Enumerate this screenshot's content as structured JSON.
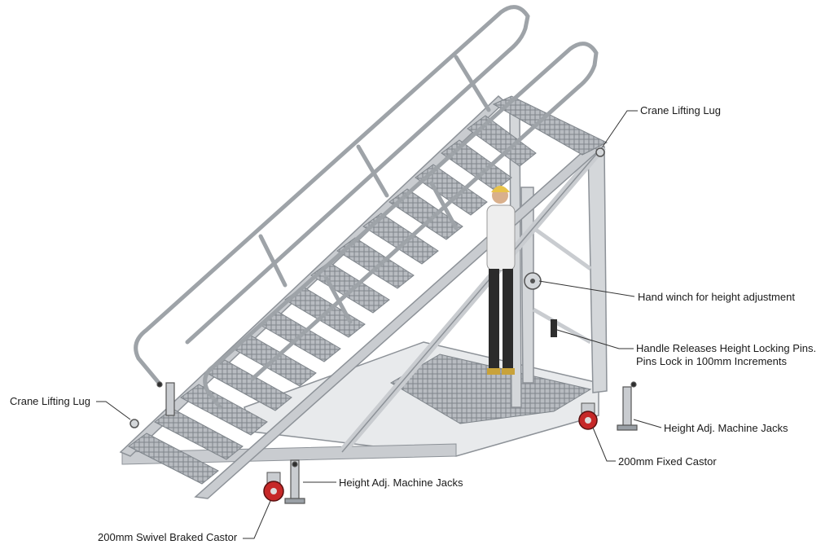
{
  "callouts": {
    "crane_lifting_lug_top": "Crane Lifting Lug",
    "hand_winch": "Hand winch for height adjustment",
    "handle_releases_line1": "Handle Releases Height Locking Pins.",
    "handle_releases_line2": "Pins Lock in 100mm Increments",
    "crane_lifting_lug_left": "Crane Lifting Lug",
    "jacks_right": "Height Adj. Machine Jacks",
    "fixed_castor": "200mm Fixed Castor",
    "jacks_left": "Height Adj. Machine Jacks",
    "swivel_castor": "200mm Swivel Braked Castor"
  },
  "colors": {
    "frame": "#c9ccd0",
    "frame_dark": "#8d9298",
    "tread": "#9aa0a6",
    "castor_wheel": "#c62828",
    "leader": "#333333",
    "label_text": "#1a1a1a"
  }
}
